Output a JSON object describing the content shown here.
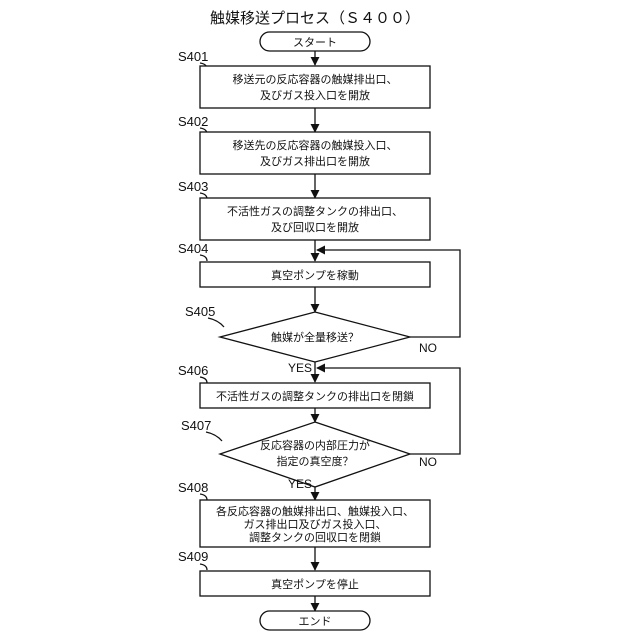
{
  "title": "触媒移送プロセス（Ｓ４００）",
  "start": "スタート",
  "end": "エンド",
  "steps": [
    {
      "id": "S401",
      "lines": [
        "移送元の反応容器の触媒排出口、",
        "及びガス投入口を開放"
      ]
    },
    {
      "id": "S402",
      "lines": [
        "移送先の反応容器の触媒投入口、",
        "及びガス排出口を開放"
      ]
    },
    {
      "id": "S403",
      "lines": [
        "不活性ガスの調整タンクの排出口、",
        "及び回収口を開放"
      ]
    },
    {
      "id": "S404",
      "lines": [
        "真空ポンプを稼動"
      ]
    },
    {
      "id": "S405",
      "lines": [
        "触媒が全量移送？"
      ]
    },
    {
      "id": "S406",
      "lines": [
        "不活性ガスの調整タンクの排出口を閉鎖"
      ]
    },
    {
      "id": "S407",
      "lines": [
        "反応容器の内部圧力が",
        "指定の真空度？"
      ]
    },
    {
      "id": "S408",
      "lines": [
        "各反応容器の触媒排出口、触媒投入口、",
        "ガス排出口及びガス投入口、",
        "調整タンクの回収口を閉鎖"
      ]
    },
    {
      "id": "S409",
      "lines": [
        "真空ポンプを停止"
      ]
    }
  ],
  "branches": {
    "yes": "YES",
    "no": "NO"
  }
}
